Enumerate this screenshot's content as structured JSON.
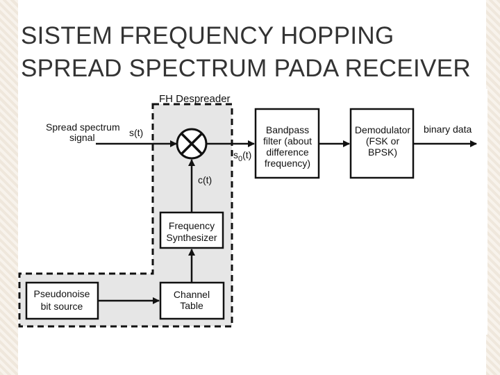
{
  "slide": {
    "title_line1": "SISTEM FREQUENCY HOPPING",
    "title_line2": "SPREAD SPECTRUM PADA RECEIVER"
  },
  "diagram": {
    "despreader_label": "FH Despreader",
    "input_label_line1": "Spread spectrum",
    "input_label_line2": "signal",
    "signal_st": "s(t)",
    "signal_ct": "c(t)",
    "signal_s0_base": "s",
    "signal_s0_sub": "0",
    "signal_s0_tail": "(t)",
    "bandpass_line1": "Bandpass",
    "bandpass_line2": "filter (about",
    "bandpass_line3": "difference",
    "bandpass_line4": "frequency)",
    "demod_line1": "Demodulator",
    "demod_line2": "(FSK or",
    "demod_line3": "BPSK)",
    "output_label": "binary data",
    "synth_line1": "Frequency",
    "synth_line2": "Synthesizer",
    "pn_line1": "Pseudonoise",
    "pn_line2": "bit source",
    "channel_line1": "Channel",
    "channel_line2": "Table"
  },
  "colors": {
    "despreader_fill": "#e6e6e6",
    "line": "#111111",
    "title": "#333333"
  }
}
